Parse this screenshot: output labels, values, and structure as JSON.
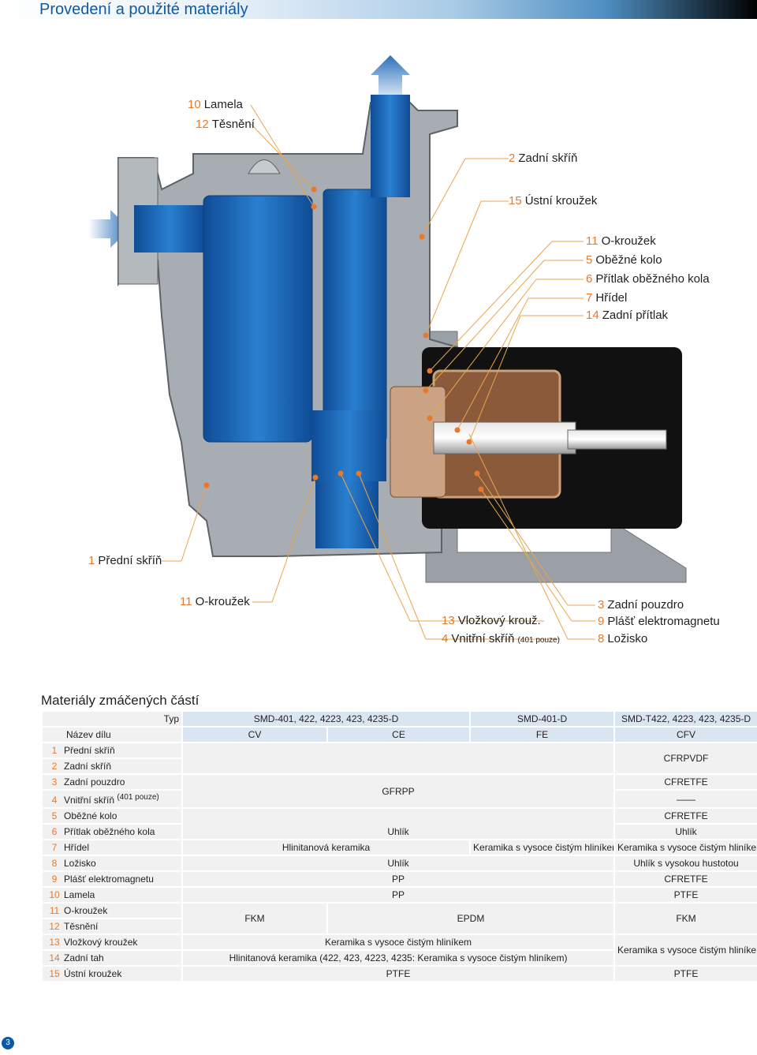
{
  "page": {
    "title": "Provedení a použité materiály",
    "page_number": "3"
  },
  "labels": [
    {
      "id": "lamela",
      "num": "10",
      "text": "Lamela"
    },
    {
      "id": "tesneni",
      "num": "12",
      "text": "Těsnění"
    },
    {
      "id": "zadni-skrin",
      "num": "2",
      "text": "Zadní skříň"
    },
    {
      "id": "ustni-krouzek",
      "num": "15",
      "text": "Ústní kroužek"
    },
    {
      "id": "o-krouzek-a",
      "num": "11",
      "text": "O-kroužek"
    },
    {
      "id": "obezne-kolo",
      "num": "5",
      "text": "Oběžné kolo"
    },
    {
      "id": "pritlak",
      "num": "6",
      "text": "Přítlak oběžného kola"
    },
    {
      "id": "hridel",
      "num": "7",
      "text": "Hřídel"
    },
    {
      "id": "zadni-pritlak",
      "num": "14",
      "text": "Zadní přítlak"
    },
    {
      "id": "predni-skrin",
      "num": "1",
      "text": "Přední skříň"
    },
    {
      "id": "o-krouzek-b",
      "num": "11",
      "text": "O-kroužek"
    },
    {
      "id": "vlozkovy",
      "num": "13",
      "text": "Vložkový krouž."
    },
    {
      "id": "vnitrni-skrin",
      "num": "4",
      "text": "Vnitřní skříň",
      "note": "(401 pouze)"
    },
    {
      "id": "zadni-pouzdro",
      "num": "3",
      "text": "Zadní pouzdro"
    },
    {
      "id": "plast",
      "num": "9",
      "text": "Plášť elektromagnetu"
    },
    {
      "id": "lozisko",
      "num": "8",
      "text": "Ložisko"
    }
  ],
  "table": {
    "title": "Materiály zmáčených částí",
    "typ_label": "Typ",
    "part_name_label": "Název dílu",
    "models": [
      "SMD-401, 422, 4223, 423, 4235-D",
      "SMD-401-D",
      "SMD-T422, 4223, 423, 4235-D"
    ],
    "types": [
      "CV",
      "CE",
      "FE",
      "CFV"
    ],
    "parts": [
      {
        "num": "1",
        "name": "Přední skříň"
      },
      {
        "num": "2",
        "name": "Zadní skříň"
      },
      {
        "num": "3",
        "name": "Zadní pouzdro"
      },
      {
        "num": "4",
        "name": "Vnitřní skříň",
        "note": "(401 pouze)"
      },
      {
        "num": "5",
        "name": "Oběžné kolo"
      },
      {
        "num": "6",
        "name": "Přítlak oběžného kola"
      },
      {
        "num": "7",
        "name": "Hřídel"
      },
      {
        "num": "8",
        "name": "Ložisko"
      },
      {
        "num": "9",
        "name": "Plášť elektromagnetu"
      },
      {
        "num": "10",
        "name": "Lamela"
      },
      {
        "num": "11",
        "name": "O-kroužek"
      },
      {
        "num": "12",
        "name": "Těsnění"
      },
      {
        "num": "13",
        "name": "Vložkový kroužek"
      },
      {
        "num": "14",
        "name": "Zadní tah"
      },
      {
        "num": "15",
        "name": "Ústní kroužek"
      }
    ],
    "cells": {
      "cfrpvdf": "CFRPVDF",
      "gfrpp": "GFRPP",
      "cfretfe": "CFRETFE",
      "dash": "——",
      "uhlik": "Uhlík",
      "hlinitanova": "Hlinitanová keramika",
      "keramika_cista": "Keramika s vysoce čistým hliníkem",
      "uhlik_hustota": "Uhlík s vysokou hustotou",
      "pp": "PP",
      "ptfe": "PTFE",
      "fkm": "FKM",
      "epdm": "EPDM",
      "hlinitanova_long": "Hlinitanová keramika (422, 423, 4223, 4235: Keramika s vysoce čistým hliníkem)"
    }
  },
  "colors": {
    "accent": "#e8792a",
    "blue": "#1f5fae",
    "title": "#0b5aa8",
    "header_bg": "#d9e6f2",
    "cell_bg": "#f1f1f1"
  }
}
